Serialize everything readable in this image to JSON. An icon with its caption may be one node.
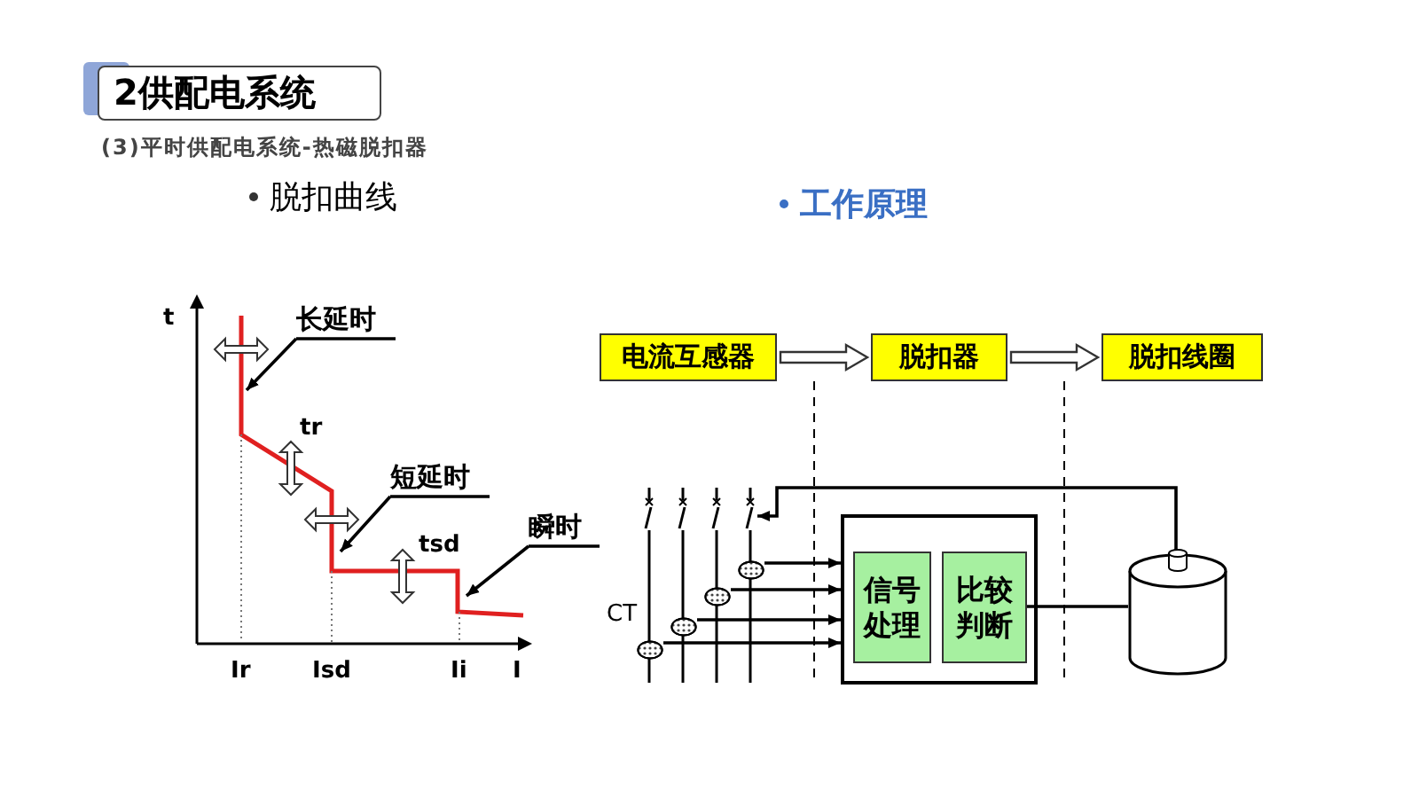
{
  "diagram": {
    "title": "2供配电系统",
    "nodes": [
      {
        "text": [
          "长延时"
        ]
      },
      {
        "text": [
          "短延时"
        ]
      },
      {
        "text": [
          "瞬时"
        ]
      },
      {
        "text": [
          "电流互感器"
        ]
      },
      {
        "text": [
          "脱扣器"
        ]
      },
      {
        "text": [
          "脱扣线圈"
        ]
      },
      {
        "text": [],
        "shape": "box"
      },
      {
        "text": [
          "信号处理"
        ],
        "in": 6
      },
      {
        "text": [
          "比较判断"
        ],
        "in": 6
      },
      {
        "text": [],
        "shape": "circle"
      },
      {
        "text": [],
        "shape": "circle"
      },
      {
        "text": [],
        "shape": "circle"
      },
      {
        "text": [],
        "shape": "circle"
      },
      {
        "text": [],
        "shape": "cylinder"
      },
      {
        "text": [],
        "shape": "switch"
      },
      {
        "text": [],
        "shape": "switch"
      },
      {
        "text": [],
        "shape": "switch"
      },
      {
        "text": [],
        "shape": "switch"
      }
    ],
    "edges": [
      {
        "from": 0,
        "to": null,
        "arrow": "to"
      },
      {
        "from": 1,
        "to": null,
        "arrow": "to"
      },
      {
        "from": 2,
        "to": null,
        "arrow": "to"
      },
      {
        "from": 3,
        "to": 4,
        "arrow": "to"
      },
      {
        "from": 4,
        "to": 5,
        "arrow": "to"
      },
      {
        "from": 9,
        "to": 6,
        "arrow": "to"
      },
      {
        "from": 10,
        "to": 6,
        "arrow": "to"
      },
      {
        "from": 11,
        "to": 6,
        "arrow": "to"
      },
      {
        "from": 12,
        "to": 6,
        "arrow": "to"
      },
      {
        "from": 8,
        "to": 13,
        "arrow": "none"
      },
      {
        "from": 13,
        "to": 17,
        "arrow": "to"
      }
    ],
    "labels": [
      "(3)平时供配电系统-热磁脱扣器",
      "脱扣曲线",
      "工作原理",
      "t",
      "tr",
      "tsd",
      "Ir",
      "Isd",
      "Ii",
      "I",
      "CT"
    ]
  }
}
